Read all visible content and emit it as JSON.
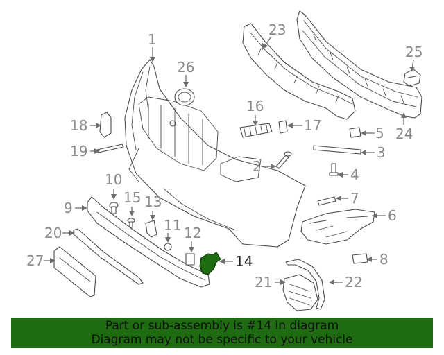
{
  "callouts": [
    {
      "id": "1",
      "label": "1"
    },
    {
      "id": "2",
      "label": "2"
    },
    {
      "id": "3",
      "label": "3"
    },
    {
      "id": "4",
      "label": "4"
    },
    {
      "id": "5",
      "label": "5"
    },
    {
      "id": "6",
      "label": "6"
    },
    {
      "id": "7",
      "label": "7"
    },
    {
      "id": "8",
      "label": "8"
    },
    {
      "id": "9",
      "label": "9"
    },
    {
      "id": "10",
      "label": "10"
    },
    {
      "id": "11",
      "label": "11"
    },
    {
      "id": "12",
      "label": "12"
    },
    {
      "id": "13",
      "label": "13"
    },
    {
      "id": "14",
      "label": "14"
    },
    {
      "id": "15",
      "label": "15"
    },
    {
      "id": "16",
      "label": "16"
    },
    {
      "id": "17",
      "label": "17"
    },
    {
      "id": "18",
      "label": "18"
    },
    {
      "id": "19",
      "label": "19"
    },
    {
      "id": "20",
      "label": "20"
    },
    {
      "id": "21",
      "label": "21"
    },
    {
      "id": "22",
      "label": "22"
    },
    {
      "id": "23",
      "label": "23"
    },
    {
      "id": "24",
      "label": "24"
    },
    {
      "id": "25",
      "label": "25"
    },
    {
      "id": "26",
      "label": "26"
    },
    {
      "id": "27",
      "label": "27"
    }
  ],
  "highlight": {
    "part": "14",
    "color": "#1e6b12"
  },
  "banner": {
    "line1": "Part or sub-assembly is #14 in diagram",
    "line2": "Diagram may not be specific to your vehicle",
    "color": "#1e6b12"
  }
}
